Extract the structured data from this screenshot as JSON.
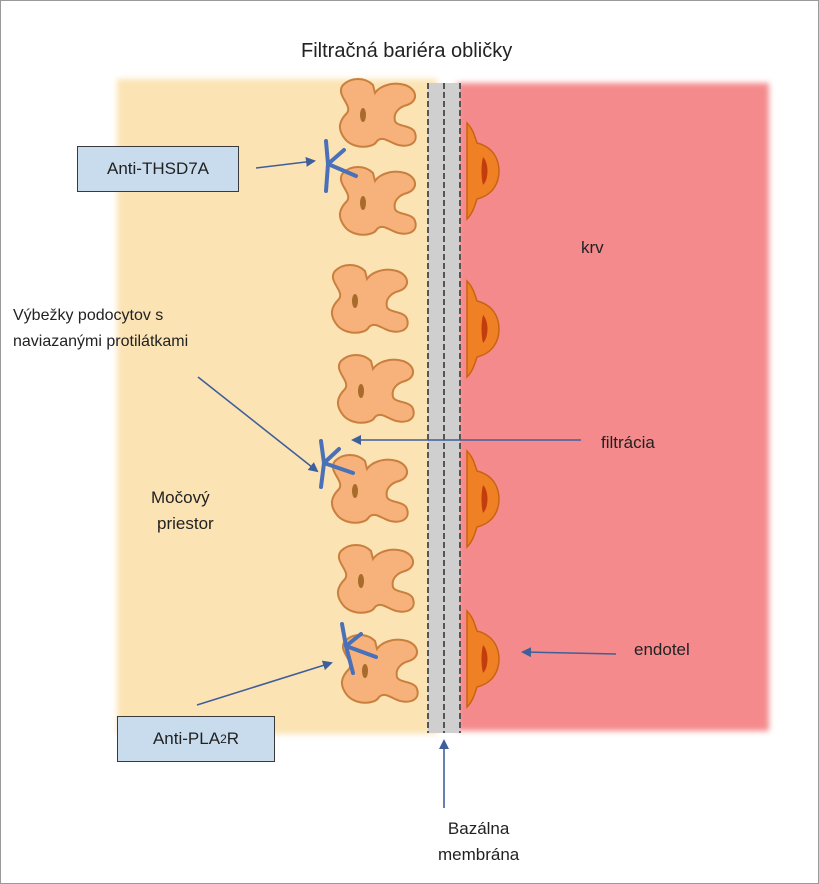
{
  "title": "Filtračná bariéra obličky",
  "labels": {
    "anti_thsd7a": "Anti-THSD7A",
    "anti_pla2r_main": "Anti-PLA",
    "anti_pla2r_sub": "2",
    "anti_pla2r_end": "R",
    "podocyte_line1": "Výbežky podocytov s",
    "podocyte_line2": "naviazanými protilátkami",
    "urinary_line1": "Močový",
    "urinary_line2": "priestor",
    "blood": "krv",
    "filtration": "filtrácia",
    "endothelium": "endotel",
    "basement_line1": "Bazálna",
    "basement_line2": "membrána"
  },
  "colors": {
    "urinary_space": "#fbe3b4",
    "blood": "#f48a8c",
    "podocyte_fill": "#f6b27a",
    "podocyte_stroke": "#c9803f",
    "nucleus": "#a86b2c",
    "basement_membrane": "#cfcfcf",
    "endothelium_fill": "#f08024",
    "endothelium_nucleus": "#c33c0e",
    "arrow": "#3f5f9a",
    "antibody": "#4a70b8",
    "label_box": "#c9dcee"
  }
}
